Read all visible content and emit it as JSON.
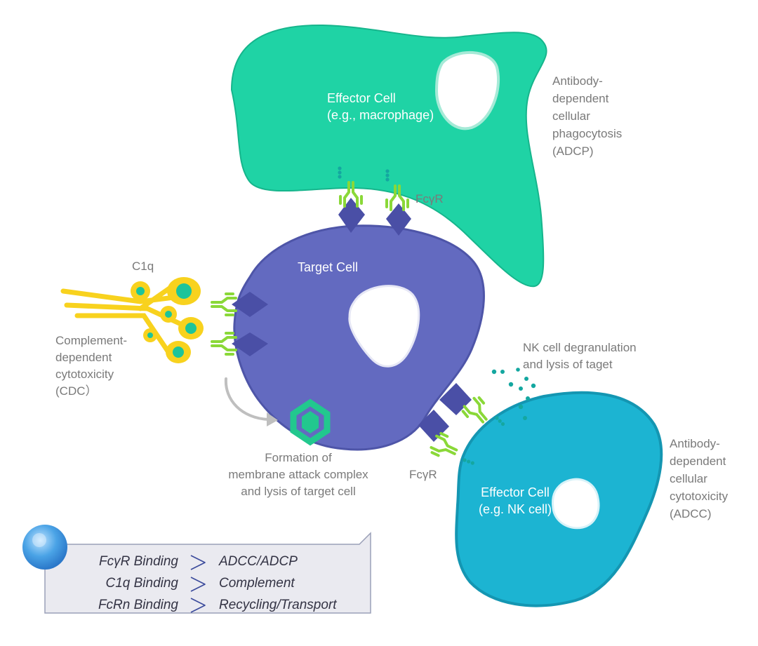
{
  "labels": {
    "effector_macrophage": "Effector Cell\n(e.g., macrophage)",
    "adcp": "Antibody-\ndependent\ncellular\nphagocytosis\n(ADCP)",
    "fcgr_top": "FcγR",
    "target_cell": "Target Cell",
    "c1q": "C1q",
    "cdc": "Complement-\ndependent\ncytotoxicity\n(CDC）",
    "nk_degranulation": "NK cell degranulation\nand lysis of taget",
    "mac": "Formation of\nmembrane attack complex\nand lysis of target cell",
    "fcgr_bottom": "FcγR",
    "effector_nk": "Effector Cell\n(e.g. NK cell)",
    "adcc": "Antibody-\ndependent\ncellular\ncytotoxicity\n(ADCC)"
  },
  "legend": {
    "rows": [
      {
        "binding": "FcγR Binding",
        "effect": "ADCC/ADCP"
      },
      {
        "binding": "C1q Binding",
        "effect": "Complement"
      },
      {
        "binding": "FcRn Binding",
        "effect": "Recycling/Transport"
      }
    ]
  },
  "colors": {
    "macrophage": "#1fd3a5",
    "macrophage_edge": "#16b58c",
    "target": "#636ac0",
    "target_edge": "#4e55a8",
    "nk": "#1cb4d2",
    "nk_edge": "#1496b2",
    "antigen": "#4a4fa6",
    "antibody": "#8ad838",
    "c1q": "#f8d21e",
    "c1q_dot": "#1cc49a",
    "mac_hex": "#22c88e",
    "arrow": "#bfbfbf",
    "legend_bg": "#eaeaf0",
    "legend_border": "#9aa0b8",
    "chevron": "#3b4a9c"
  }
}
